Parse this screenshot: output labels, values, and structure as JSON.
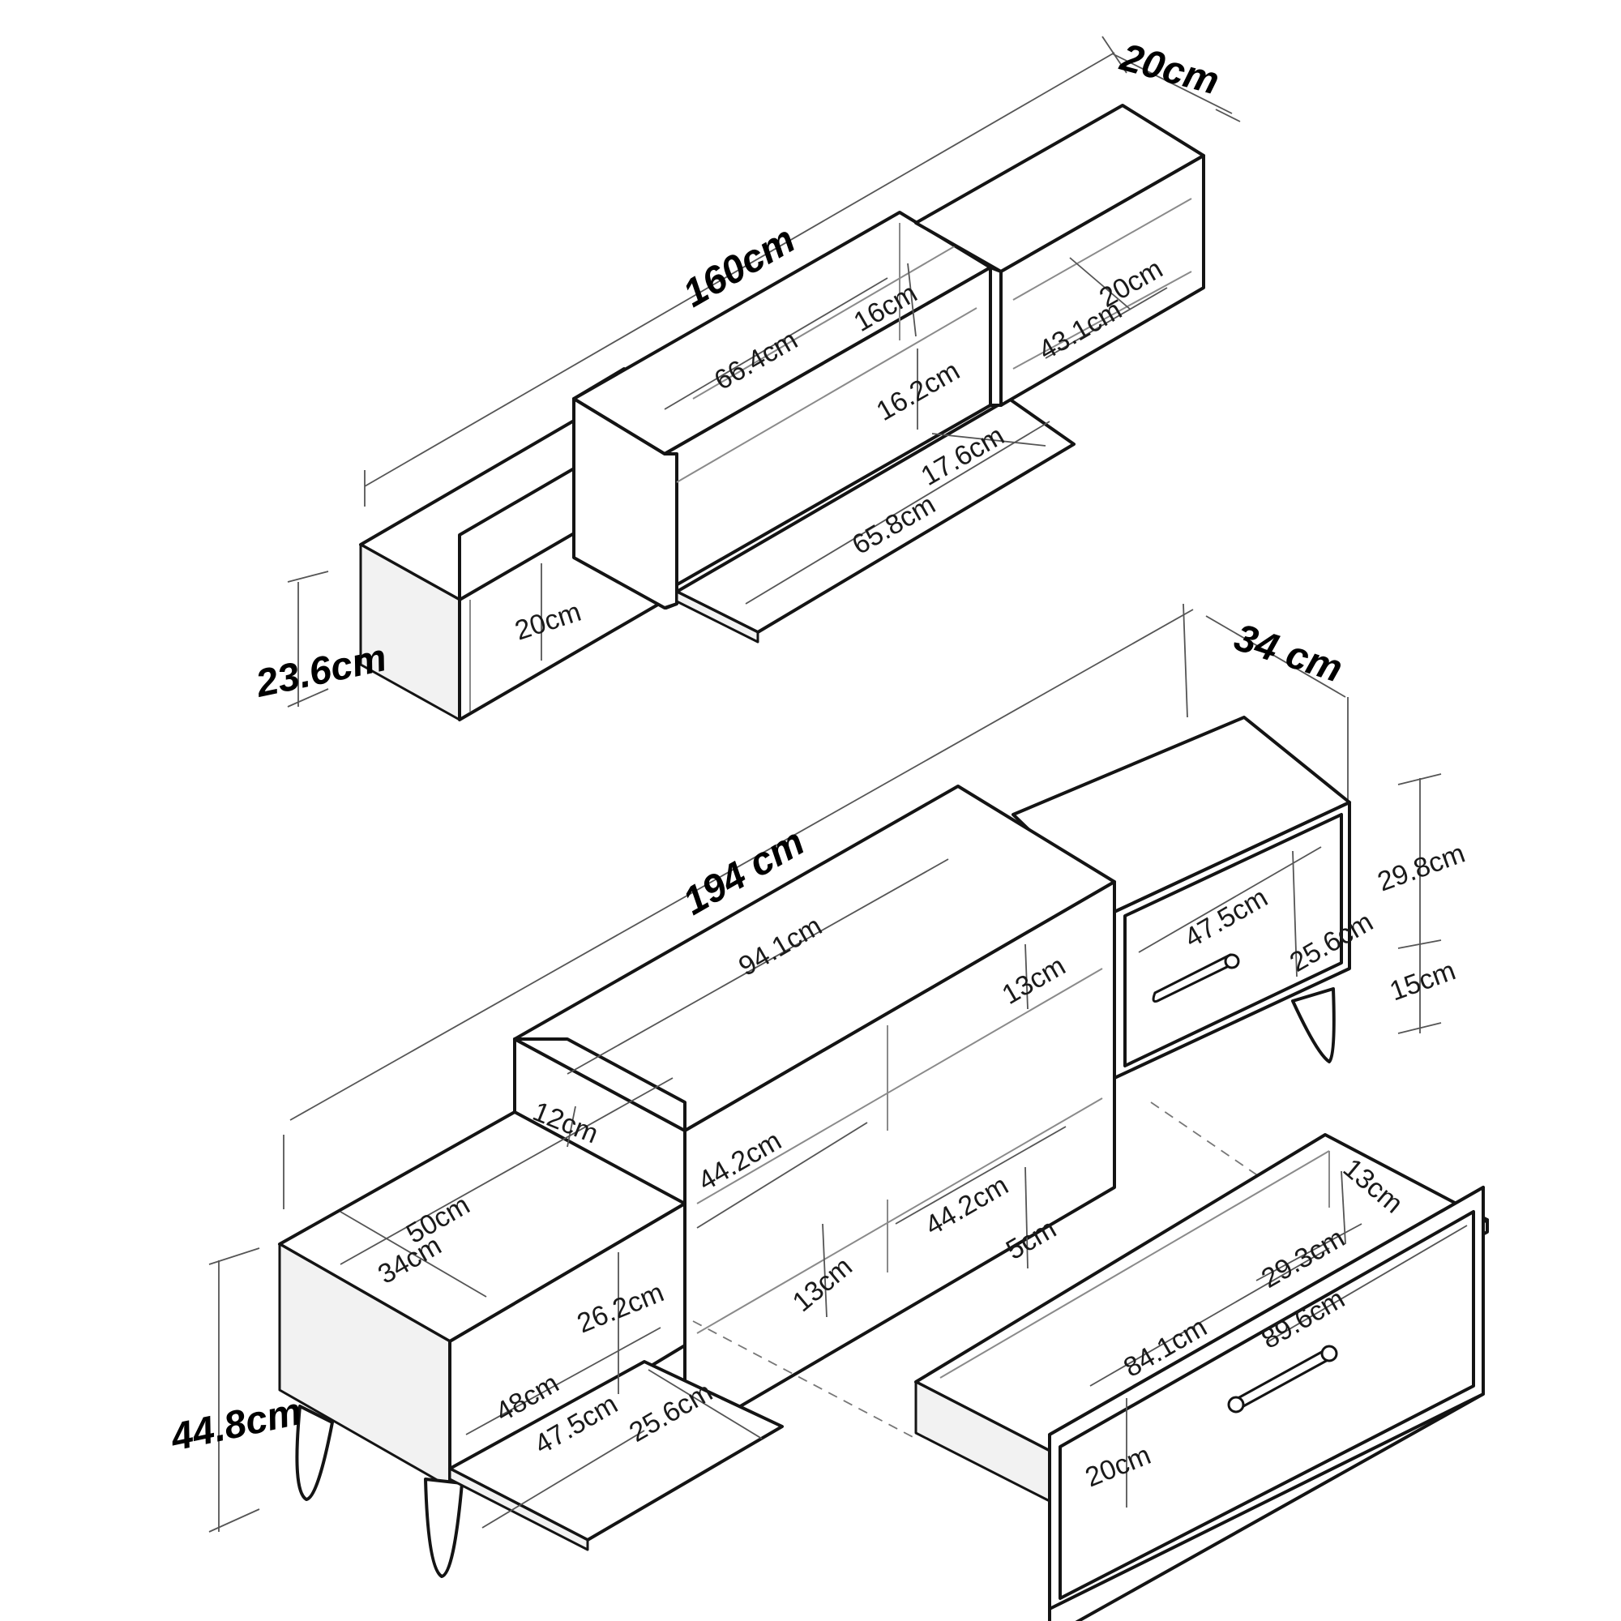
{
  "wall_shelf": {
    "width": "160cm",
    "depth": "20cm",
    "height": "23.6cm",
    "center_shelf_width": "66.4cm",
    "center_shelf_depth": "16cm",
    "center_opening_height": "16.2cm",
    "flap_width": "65.8cm",
    "flap_depth": "17.6cm",
    "right_box_depth": "20cm",
    "right_box_width": "43.1cm",
    "left_box_height": "20cm"
  },
  "tv_unit": {
    "width": "194 cm",
    "depth": "34 cm",
    "height": "44.8cm",
    "top_width": "94.1cm",
    "top_gap": "13cm",
    "step_height": "12cm",
    "middle_shelf_width": "44.2cm",
    "lower_shelf_width": "44.2cm",
    "lower_gap": "13cm",
    "plinth_gap": "5cm",
    "left_top_width": "50cm",
    "left_top_depth": "34cm",
    "left_inner_height": "26.2cm",
    "left_inner_width": "48cm",
    "left_door_width": "47.5cm",
    "left_door_height": "25.6cm",
    "right_door_width": "47.5cm",
    "right_door_height": "25.6cm",
    "right_cabinet_height": "29.8cm",
    "leg_height": "15cm"
  },
  "drawer": {
    "inner_height": "13cm",
    "inner_depth": "29.3cm",
    "inner_width": "84.1cm",
    "front_width": "89.6cm",
    "front_height": "20cm"
  }
}
